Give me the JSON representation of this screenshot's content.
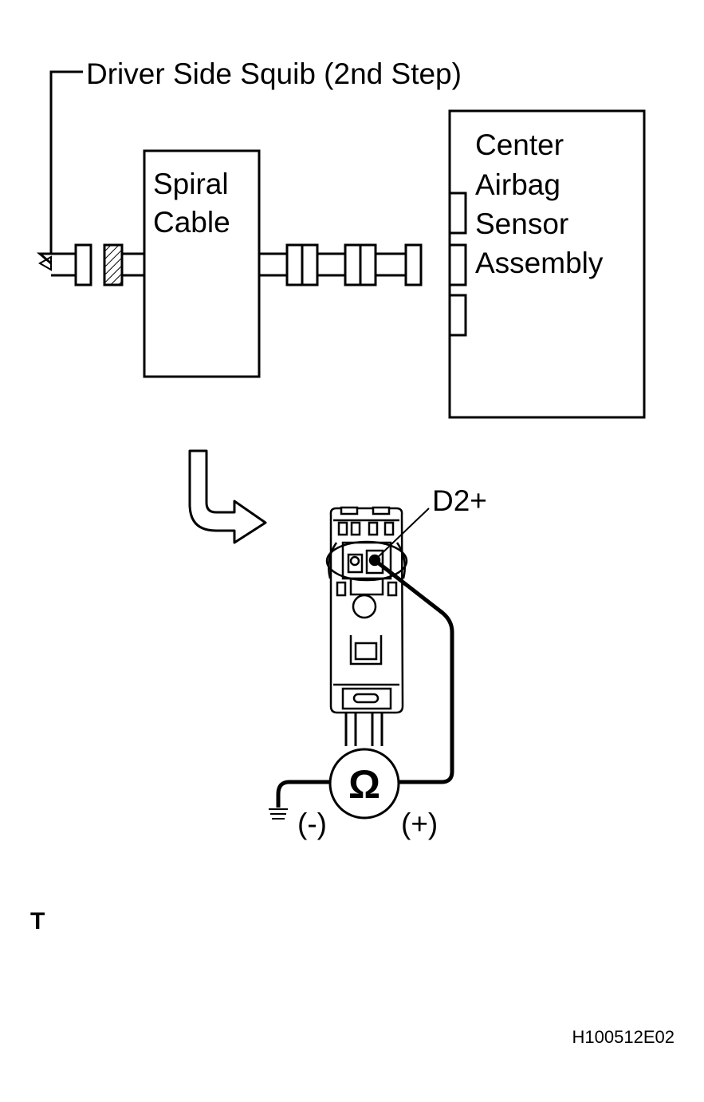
{
  "labels": {
    "squib": "Driver Side Squib (2nd Step)",
    "spiral_line1": "Spiral",
    "spiral_line2": "Cable",
    "sensor_line1": "Center",
    "sensor_line2": "Airbag",
    "sensor_line3": "Sensor",
    "sensor_line4": "Assembly",
    "terminal": "D2+",
    "ohm": "Ω",
    "neg": "(-)",
    "pos": "(+)",
    "corner_mark": "T",
    "figure_id": "H100512E02"
  },
  "colors": {
    "line": "#000000",
    "hatch": "#000000",
    "background": "#ffffff"
  },
  "icons": {
    "meter": "ohmmeter-icon",
    "ground": "ground-icon",
    "arrow": "bent-arrow-icon"
  }
}
